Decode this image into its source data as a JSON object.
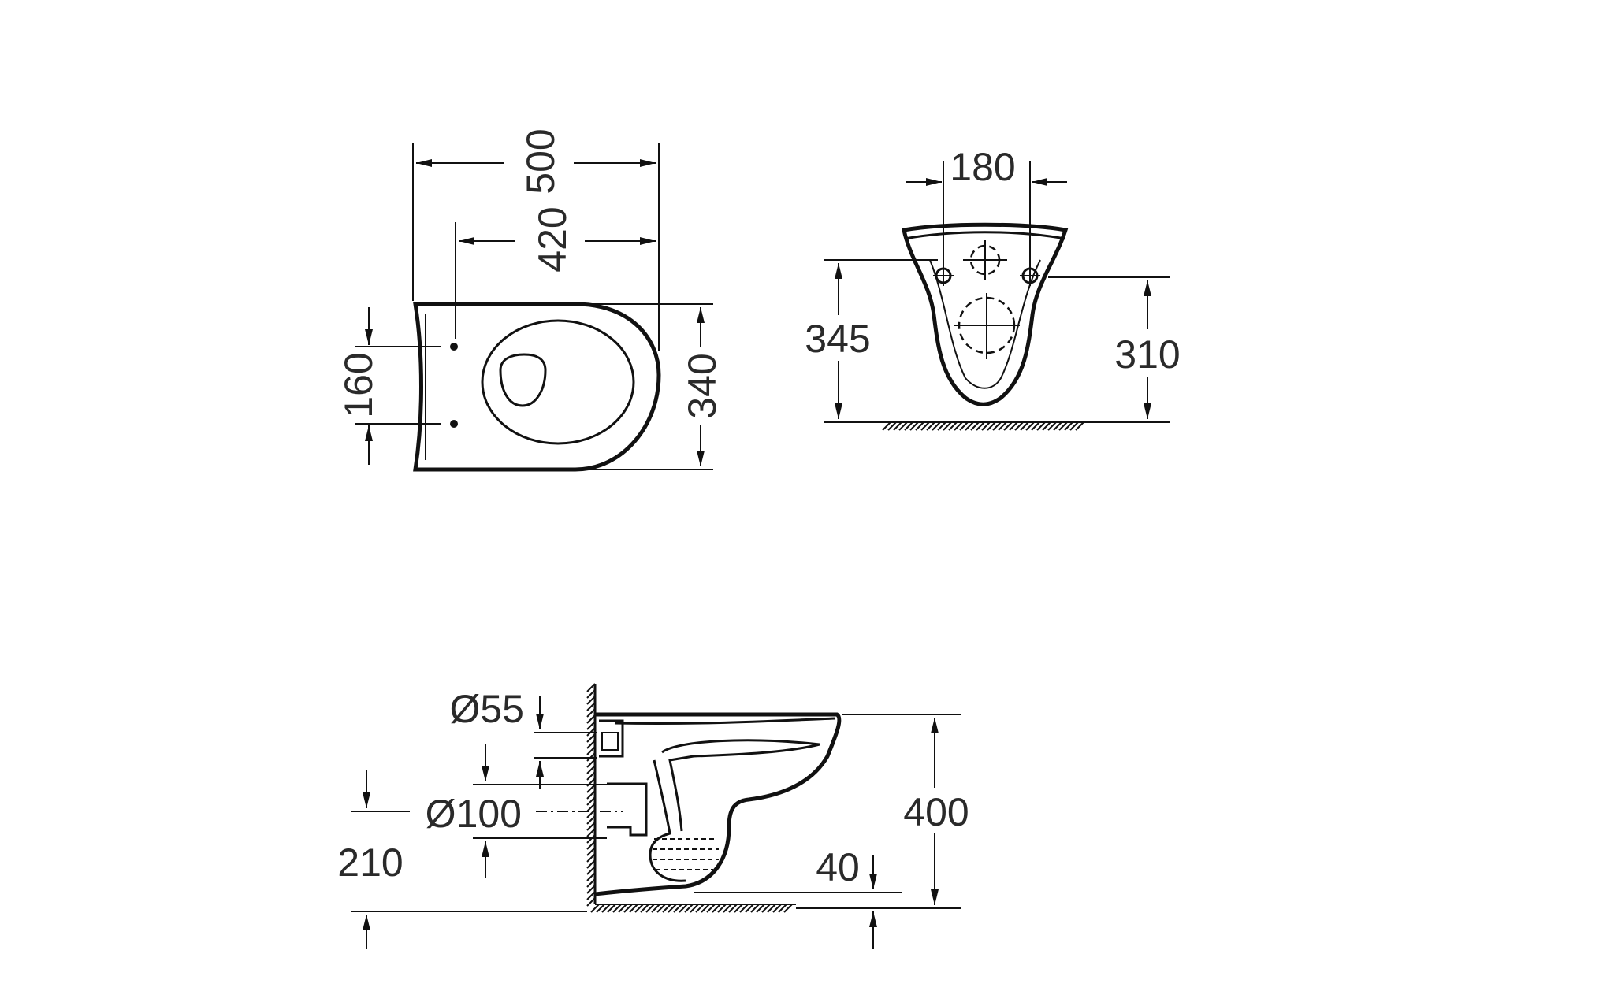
{
  "top_view": {
    "length_overall": "500",
    "length_fixing": "420",
    "bolt_spacing": "160",
    "width": "340"
  },
  "front_view": {
    "bolt_spacing": "180",
    "height_top": "345",
    "height_bolts": "310"
  },
  "side_view": {
    "inlet_diameter": "Ø55",
    "outlet_diameter": "Ø100",
    "outlet_height": "210",
    "floor_clearance": "40",
    "rim_height": "400"
  }
}
